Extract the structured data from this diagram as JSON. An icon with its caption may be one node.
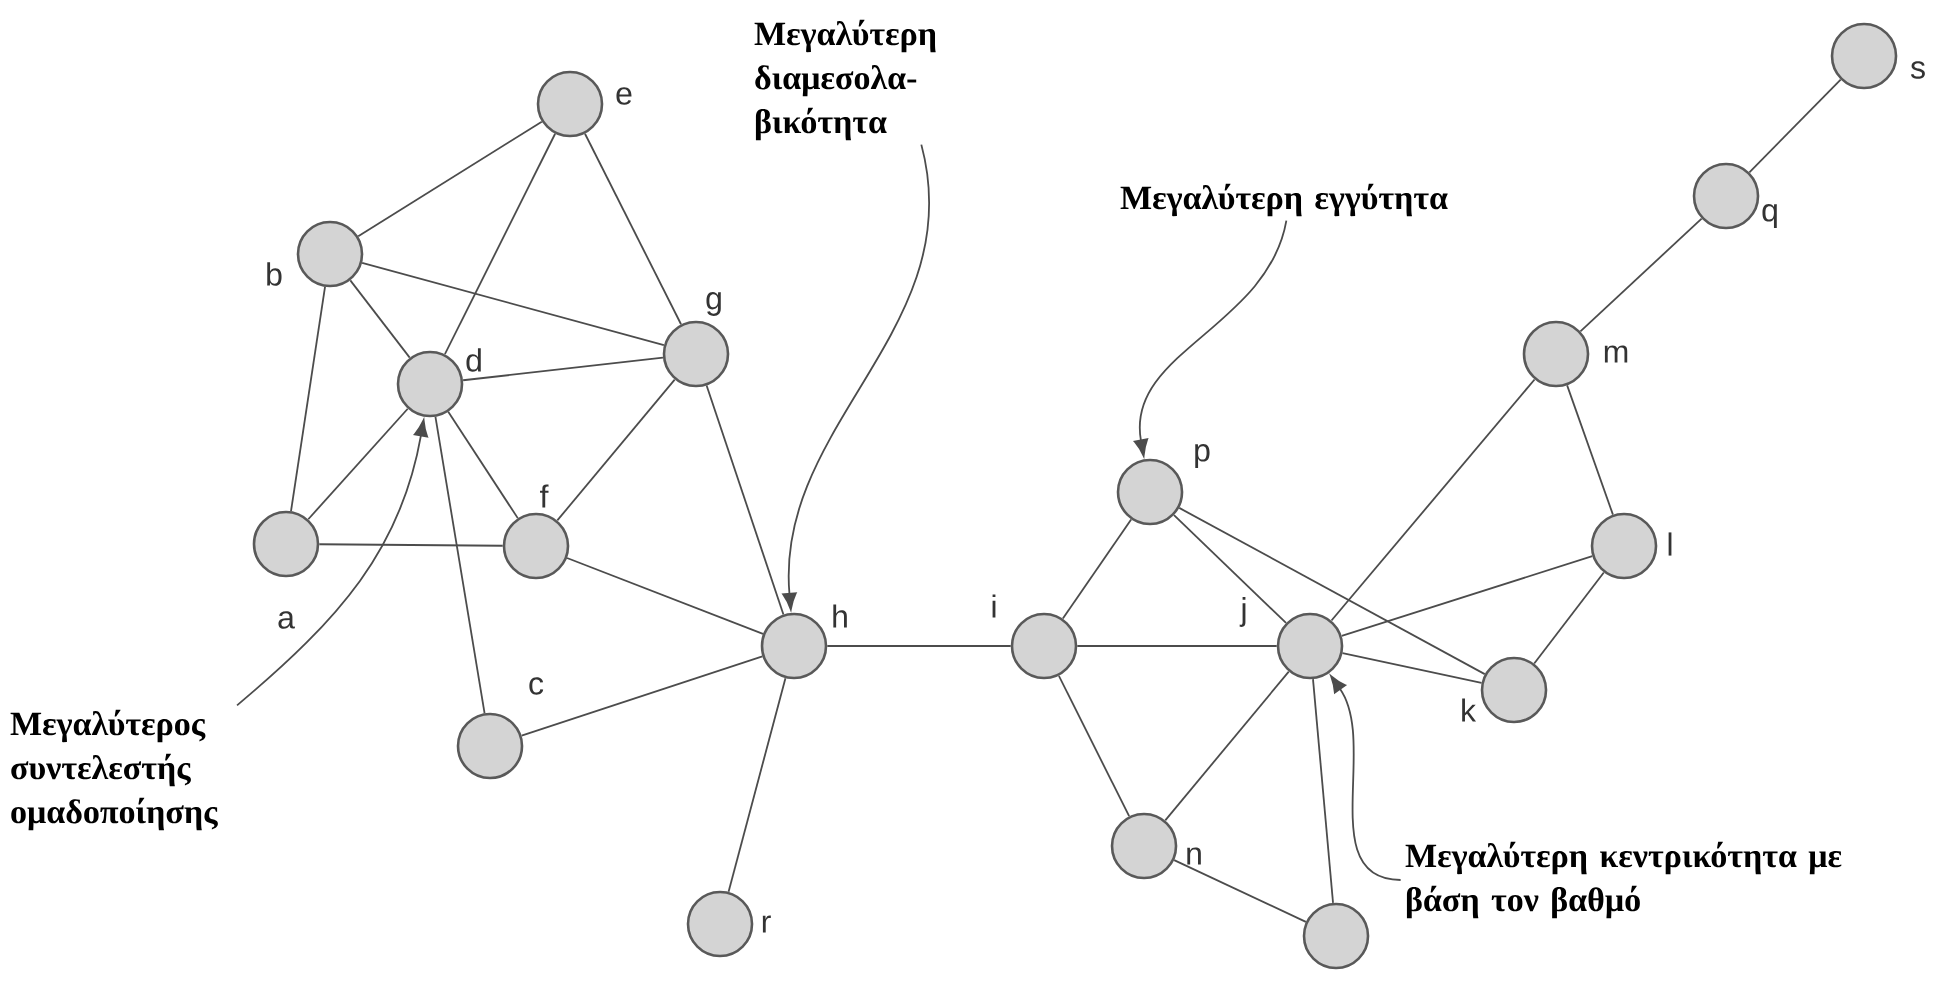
{
  "diagram": {
    "nodes": [
      {
        "text": [],
        "shape": "circle",
        "beside": [
          "a"
        ]
      },
      {
        "text": [],
        "shape": "circle",
        "beside": [
          "b"
        ]
      },
      {
        "text": [],
        "shape": "circle",
        "beside": [
          "c"
        ]
      },
      {
        "text": [],
        "shape": "circle",
        "beside": [
          "d"
        ]
      },
      {
        "text": [],
        "shape": "circle",
        "beside": [
          "e"
        ]
      },
      {
        "text": [],
        "shape": "circle",
        "beside": [
          "f"
        ]
      },
      {
        "text": [],
        "shape": "circle",
        "beside": [
          "g"
        ]
      },
      {
        "text": [],
        "shape": "circle",
        "beside": [
          "h"
        ]
      },
      {
        "text": [],
        "shape": "circle",
        "beside": [
          "i"
        ]
      },
      {
        "text": [],
        "shape": "circle",
        "beside": [
          "j"
        ]
      },
      {
        "text": [],
        "shape": "circle",
        "beside": [
          "k"
        ]
      },
      {
        "text": [],
        "shape": "circle",
        "beside": [
          "l"
        ]
      },
      {
        "text": [],
        "shape": "circle",
        "beside": [
          "m"
        ]
      },
      {
        "text": [],
        "shape": "circle",
        "beside": [
          "n"
        ]
      },
      {
        "text": [],
        "shape": "circle"
      },
      {
        "text": [],
        "shape": "circle",
        "beside": [
          "p"
        ]
      },
      {
        "text": [],
        "shape": "circle",
        "beside": [
          "q"
        ]
      },
      {
        "text": [],
        "shape": "circle",
        "beside": [
          "r"
        ]
      },
      {
        "text": [],
        "shape": "circle",
        "beside": [
          "s"
        ]
      },
      {
        "text": [
          "Μεγαλύτερη διαμεσολα- βικότητα"
        ]
      },
      {
        "text": [
          "Μεγαλύτερη εγγύτητα"
        ]
      },
      {
        "text": [
          "Μεγαλύτερος συντελεστής ομαδοποίησης"
        ]
      },
      {
        "text": [
          "Μεγαλύτερη κεντρικότητα με βάση τον βαθμό"
        ]
      }
    ],
    "edges": [
      {
        "from": 0,
        "to": 1,
        "arrow": "none"
      },
      {
        "from": 0,
        "to": 3,
        "arrow": "none"
      },
      {
        "from": 0,
        "to": 5,
        "arrow": "none"
      },
      {
        "from": 1,
        "to": 4,
        "arrow": "none"
      },
      {
        "from": 1,
        "to": 3,
        "arrow": "none"
      },
      {
        "from": 1,
        "to": 6,
        "arrow": "none"
      },
      {
        "from": 4,
        "to": 3,
        "arrow": "none"
      },
      {
        "from": 4,
        "to": 6,
        "arrow": "none"
      },
      {
        "from": 3,
        "to": 6,
        "arrow": "none"
      },
      {
        "from": 3,
        "to": 5,
        "arrow": "none"
      },
      {
        "from": 3,
        "to": 2,
        "arrow": "none"
      },
      {
        "from": 5,
        "to": 6,
        "arrow": "none"
      },
      {
        "from": 5,
        "to": 7,
        "arrow": "none"
      },
      {
        "from": 6,
        "to": 7,
        "arrow": "none"
      },
      {
        "from": 7,
        "to": 2,
        "arrow": "none"
      },
      {
        "from": 7,
        "to": 17,
        "arrow": "none"
      },
      {
        "from": 7,
        "to": 8,
        "arrow": "none"
      },
      {
        "from": 8,
        "to": 15,
        "arrow": "none"
      },
      {
        "from": 8,
        "to": 9,
        "arrow": "none"
      },
      {
        "from": 8,
        "to": 13,
        "arrow": "none"
      },
      {
        "from": 15,
        "to": 9,
        "arrow": "none"
      },
      {
        "from": 15,
        "to": 10,
        "arrow": "none"
      },
      {
        "from": 9,
        "to": 10,
        "arrow": "none"
      },
      {
        "from": 9,
        "to": 11,
        "arrow": "none"
      },
      {
        "from": 9,
        "to": 12,
        "arrow": "none"
      },
      {
        "from": 9,
        "to": 13,
        "arrow": "none"
      },
      {
        "from": 9,
        "to": 14,
        "arrow": "none"
      },
      {
        "from": 13,
        "to": 14,
        "arrow": "none"
      },
      {
        "from": 12,
        "to": 11,
        "arrow": "none"
      },
      {
        "from": 11,
        "to": 10,
        "arrow": "none"
      },
      {
        "from": 12,
        "to": 16,
        "arrow": "none"
      },
      {
        "from": 16,
        "to": 18,
        "arrow": "none"
      },
      {
        "from": 19,
        "to": 7,
        "arrow": "to"
      },
      {
        "from": 20,
        "to": 15,
        "arrow": "to"
      },
      {
        "from": 21,
        "to": 3,
        "arrow": "to"
      },
      {
        "from": 22,
        "to": 9,
        "arrow": "to"
      }
    ]
  }
}
